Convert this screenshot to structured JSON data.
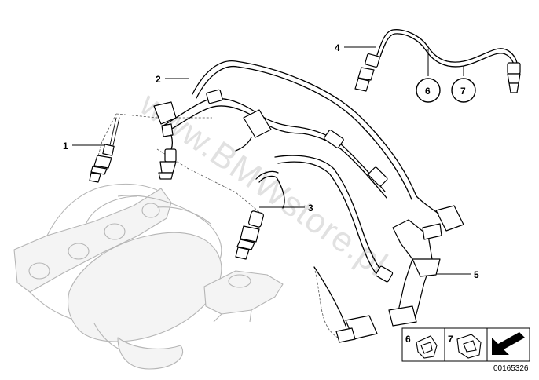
{
  "callouts": [
    {
      "label": "1"
    },
    {
      "label": "2"
    },
    {
      "label": "3"
    },
    {
      "label": "4"
    },
    {
      "label": "5"
    }
  ],
  "circled_labels": [
    "6",
    "7"
  ],
  "legend": {
    "items": [
      {
        "label": "6"
      },
      {
        "label": "7"
      }
    ]
  },
  "watermark": "www.BMWstore.pl",
  "document_number": "00165326"
}
